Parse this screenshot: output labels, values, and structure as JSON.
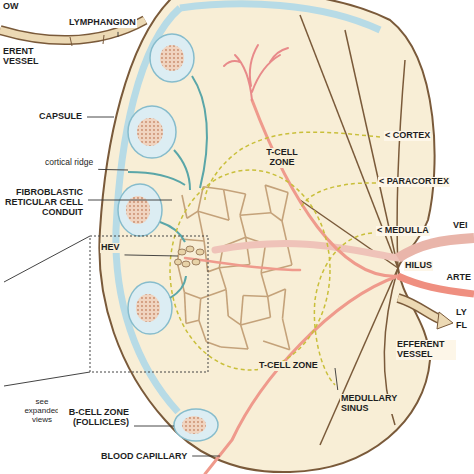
{
  "diagram": {
    "labels": [
      "OW",
      "LYMPHANGION",
      "ERENT VESSEL",
      "CAPSULE",
      "< CORTEX",
      "cortical ridge",
      "T-CELL ZONE",
      "FIBROBLASTIC RETICULAR CELL CONDUIT",
      "< PARACORTEX",
      "< MEDULLA",
      "VEI",
      "HEV",
      "HILUS",
      "ARTE",
      "LY",
      "FL",
      "EFFERENT VESSEL",
      "see expanded views",
      "T-CELL ZONE",
      "MEDULLARY SINUS",
      "B-CELL ZONE (FOLLICLES)",
      "BLOOD CAPILLARY"
    ]
  }
}
